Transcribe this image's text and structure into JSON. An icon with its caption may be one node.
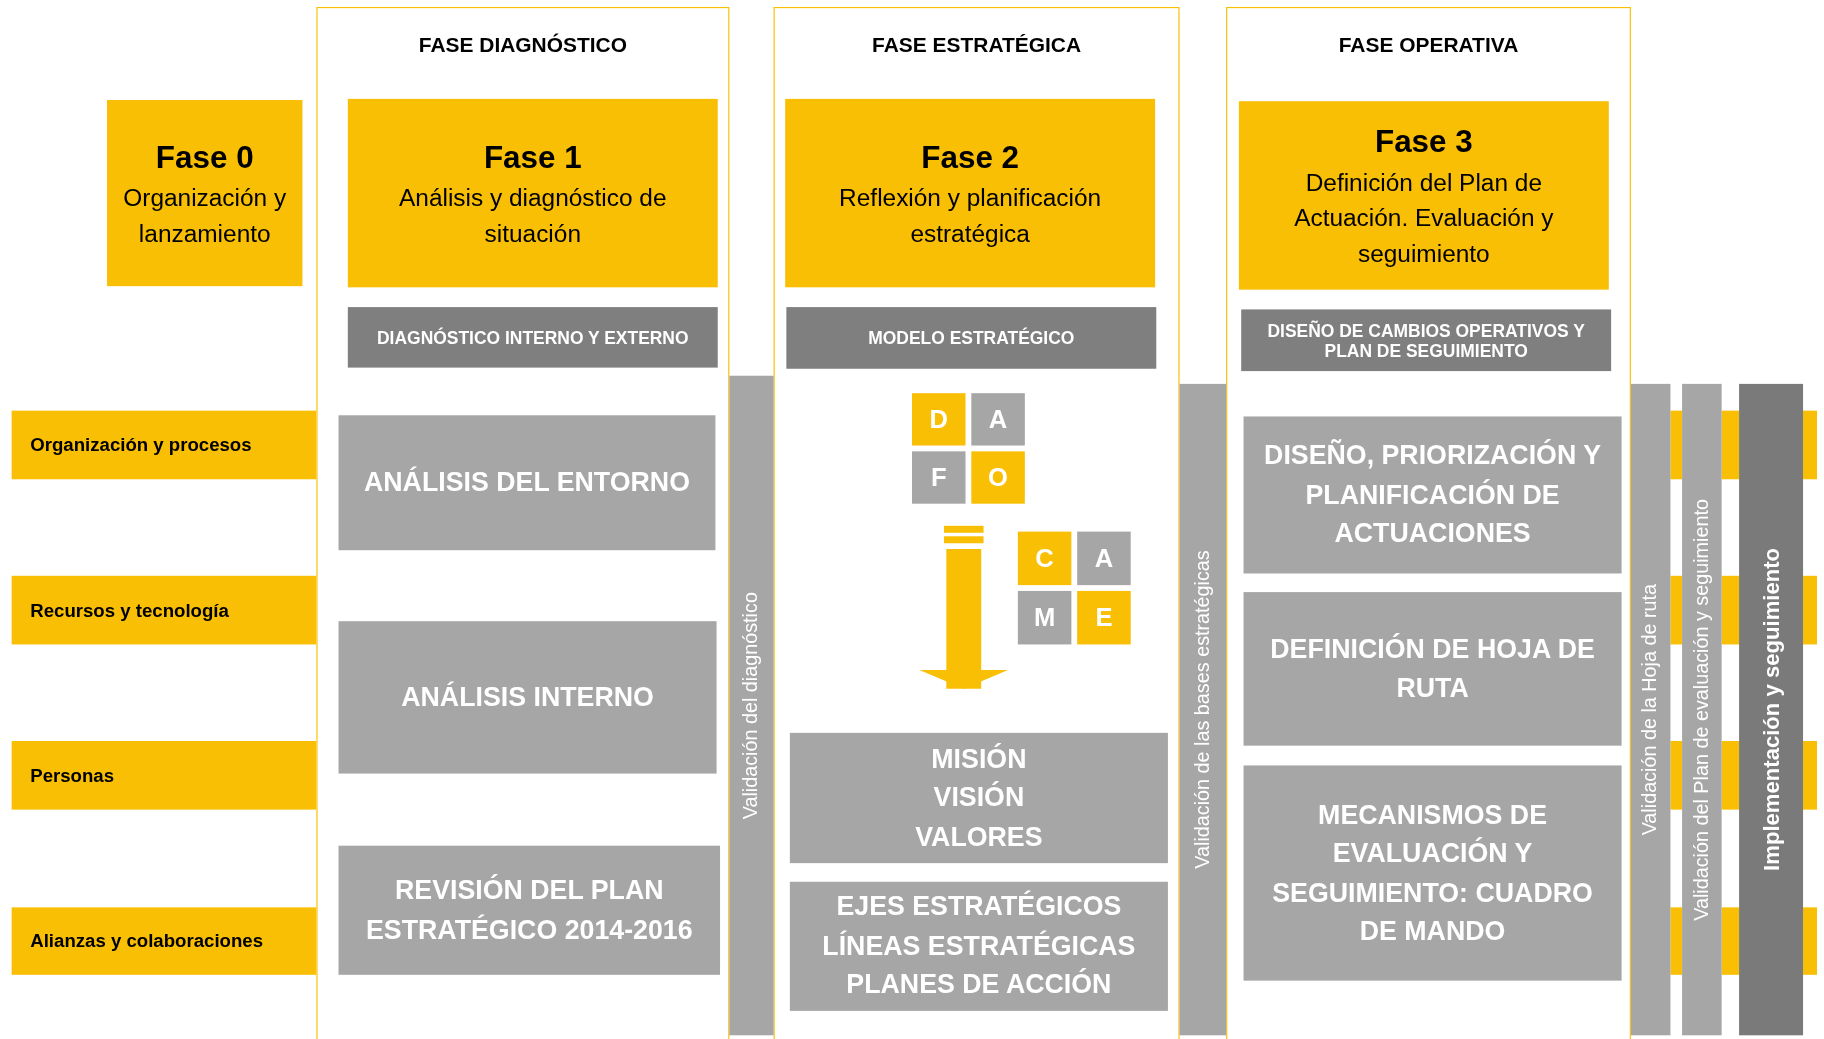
{
  "diagram": {
    "nodes": [
      {
        "text": [
          "Fase 0",
          "Organización y lanzamiento"
        ]
      },
      {
        "text": [
          "FASE DIAGNÓSTICO"
        ]
      },
      {
        "text": [
          "Fase 1",
          "Análisis y diagnóstico de situación"
        ],
        "in": 1
      },
      {
        "text": [
          "DIAGNÓSTICO INTERNO Y EXTERNO"
        ],
        "in": 1
      },
      {
        "text": [
          "ANÁLISIS DEL ENTORNO"
        ],
        "in": 1
      },
      {
        "text": [
          "ANÁLISIS INTERNO"
        ],
        "in": 1
      },
      {
        "text": [
          "REVISIÓN DEL PLAN ESTRATÉGICO 2014-2016"
        ],
        "in": 1
      },
      {
        "text": [
          "FASE ESTRATÉGICA"
        ]
      },
      {
        "text": [
          "Fase 2",
          "Reflexión y planificación estratégica"
        ],
        "in": 7
      },
      {
        "text": [
          "MODELO ESTRATÉGICO"
        ],
        "in": 7
      },
      {
        "text": [
          "D"
        ],
        "in": 7
      },
      {
        "text": [
          "A"
        ],
        "in": 7
      },
      {
        "text": [
          "F"
        ],
        "in": 7
      },
      {
        "text": [
          "O"
        ],
        "in": 7
      },
      {
        "text": [
          "C"
        ],
        "in": 7
      },
      {
        "text": [
          "A"
        ],
        "in": 7
      },
      {
        "text": [
          "M"
        ],
        "in": 7
      },
      {
        "text": [
          "E"
        ],
        "in": 7
      },
      {
        "text": [
          "MISIÓN",
          "VISIÓN",
          "VALORES"
        ],
        "in": 7
      },
      {
        "text": [
          "EJES ESTRATÉGICOS",
          "LÍNEAS ESTRATÉGICAS",
          "PLANES DE ACCIÓN"
        ],
        "in": 7
      },
      {
        "text": [
          "FASE OPERATIVA"
        ]
      },
      {
        "text": [
          "Fase 3",
          "Definición del Plan de Actuación. Evaluación y seguimiento"
        ],
        "in": 20
      },
      {
        "text": [
          "DISEÑO DE CAMBIOS OPERATIVOS Y PLAN DE SEGUIMIENTO"
        ],
        "in": 20
      },
      {
        "text": [
          "DISEÑO, PRIORIZACIÓN Y PLANIFICACIÓN DE ACTUACIONES"
        ],
        "in": 20
      },
      {
        "text": [
          "DEFINICIÓN DE HOJA DE RUTA"
        ],
        "in": 20
      },
      {
        "text": [
          "MECANISMOS DE EVALUACIÓN Y SEGUIMIENTO: CUADRO DE MANDO"
        ],
        "in": 20
      },
      {
        "text": [
          "Organización y procesos"
        ]
      },
      {
        "text": [
          "Recursos y tecnología"
        ]
      },
      {
        "text": [
          "Personas"
        ]
      },
      {
        "text": [
          "Alianzas y colaboraciones"
        ]
      },
      {
        "text": [
          "Validación del diagnóstico"
        ]
      },
      {
        "text": [
          "Validación de las bases estratégicas"
        ]
      },
      {
        "text": [
          "Validación de la Hoja de ruta"
        ]
      },
      {
        "text": [
          "Validación del Plan de evaluación y seguimiento"
        ]
      },
      {
        "text": [
          "Implementación y seguimiento"
        ]
      }
    ],
    "edges": [
      {
        "from": null,
        "to": 18,
        "arrow": "to"
      }
    ]
  }
}
